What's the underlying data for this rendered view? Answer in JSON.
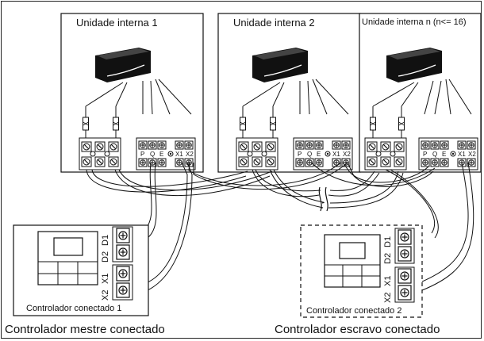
{
  "units": [
    {
      "title": "Unidade interna 1"
    },
    {
      "title": "Unidade interna 2"
    },
    {
      "title": "Unidade interna n (n<= 16)"
    }
  ],
  "terminal_block_letters": [
    "P",
    "Q",
    "E",
    "X1",
    "X2"
  ],
  "controllers": [
    {
      "caption": "Controlador conectado 1",
      "terminal_labels": [
        "D1",
        "D2",
        "X1",
        "X2"
      ],
      "bottom_caption": "Controlador mestre conectado"
    },
    {
      "caption": "Controlador conectado 2",
      "terminal_labels": [
        "D1",
        "D2",
        "X1",
        "X2"
      ],
      "bottom_caption": "Controlador escravo conectado"
    }
  ]
}
